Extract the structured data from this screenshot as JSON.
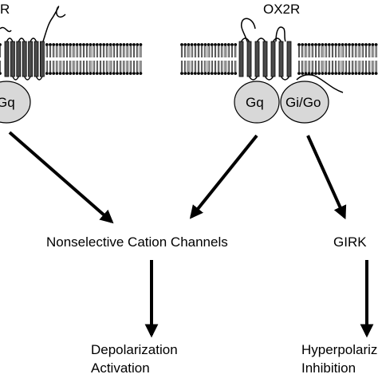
{
  "receptors": {
    "left_label": "R",
    "right_label": "OX2R"
  },
  "g_proteins": {
    "left": "Gq",
    "right_gq": "Gq",
    "right_gigo": "Gi/Go"
  },
  "targets": {
    "cation_channels": "Nonselective Cation Channels",
    "girk": "GIRK"
  },
  "effects": {
    "left_line1": "Depolarization",
    "left_line2": "Activation",
    "right_line1": "Hyperpolarization",
    "right_line2": "Inhibition"
  },
  "colors": {
    "membrane": "#000000",
    "receptor_fill": "#4a4a4a",
    "g_protein_fill": "#d8d8d8",
    "arrow": "#000000"
  }
}
